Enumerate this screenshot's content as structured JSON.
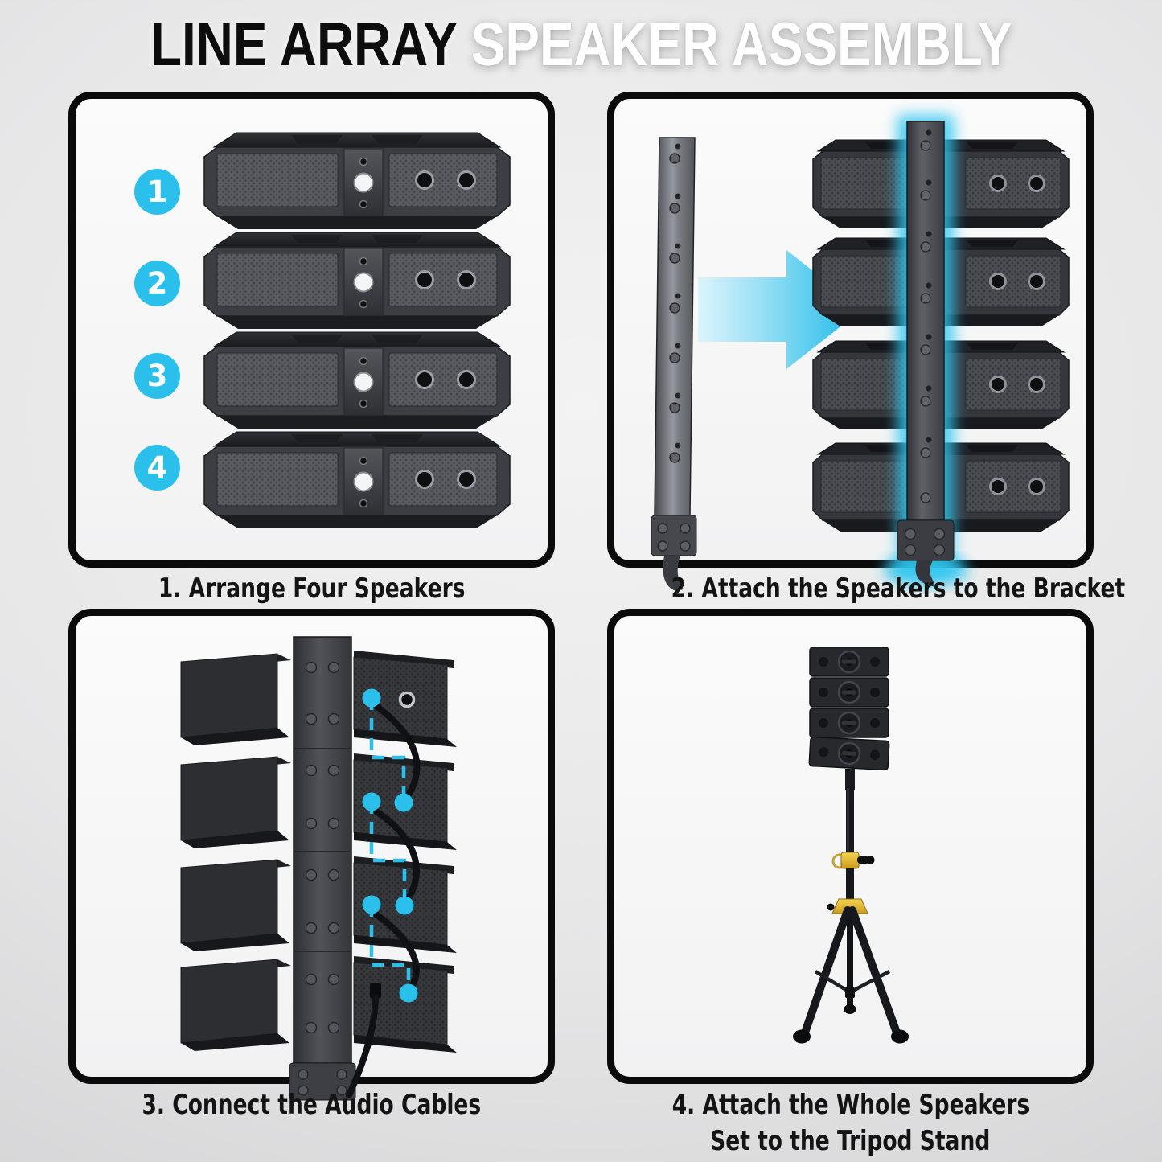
{
  "title": {
    "primary": "LINE ARRAY",
    "secondary": "SPEAKER ASSEMBLY"
  },
  "colors": {
    "accent_cyan": "#2bc0eb",
    "stand_yellow": "#e9b53a",
    "panel_border": "#0b0b0b",
    "caption_text": "#141414"
  },
  "steps": [
    {
      "caption": "1. Arrange Four Speakers",
      "badges": [
        "1",
        "2",
        "3",
        "4"
      ]
    },
    {
      "caption": "2. Attach the Speakers to the Bracket"
    },
    {
      "caption": "3. Connect the Audio Cables"
    },
    {
      "caption_line1": "4. Attach the Whole Speakers",
      "caption_line2": "Set to the Tripod Stand"
    }
  ]
}
